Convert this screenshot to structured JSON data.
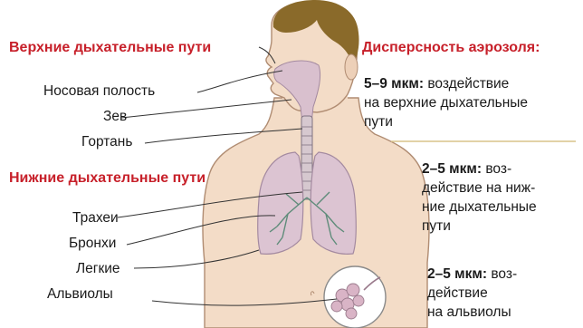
{
  "upper": {
    "title": "Верхние дыхательные пути",
    "items": [
      "Носовая полость",
      "Зев",
      "Гортань"
    ]
  },
  "lower": {
    "title": "Нижние дыхательные пути",
    "items": [
      "Трахеи",
      "Бронхи",
      "Легкие",
      "Альвиолы"
    ]
  },
  "dispersion": {
    "title": "Дисперсность аэрозоля:",
    "blocks": [
      {
        "size": "5–9 мкм:",
        "lines": [
          "воздействие",
          "на верхние дыхательные",
          "пути"
        ]
      },
      {
        "size": "2–5 мкм:",
        "lines": [
          "воз-",
          "действие на ниж-",
          "ние дыхательные",
          "пути"
        ]
      },
      {
        "size": "2–5 мкм:",
        "lines": [
          "воз-",
          "действие",
          "на альвиолы"
        ]
      }
    ]
  },
  "colors": {
    "accent_red": "#c7202a",
    "skin": "#f3dcc7",
    "skin_outline": "#b08c72",
    "lung": "#dcc4d2",
    "hair": "#8a6a2a",
    "divider": "#d8c48a"
  }
}
